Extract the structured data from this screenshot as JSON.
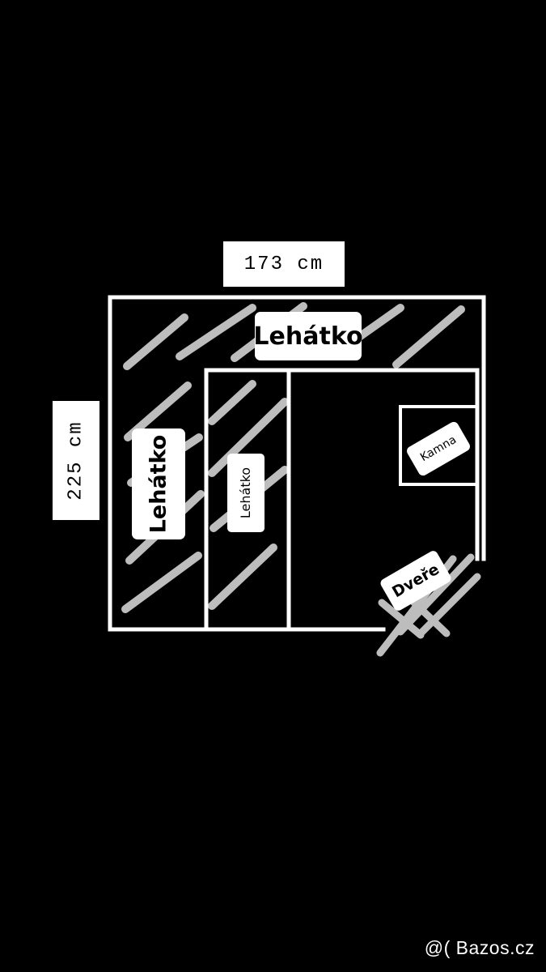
{
  "plan": {
    "width_label": "173 cm",
    "height_label": "225 cm",
    "rooms": {
      "top_bench": "Lehátko",
      "left_bench": "Lehátko",
      "inner_bench": "Lehátko",
      "stove": "Kamna",
      "door": "Dveře"
    }
  },
  "watermark": "@( Bazos.cz",
  "colors": {
    "background": "#000000",
    "lines": "#ffffff",
    "hatch": "#bdbdbd"
  }
}
